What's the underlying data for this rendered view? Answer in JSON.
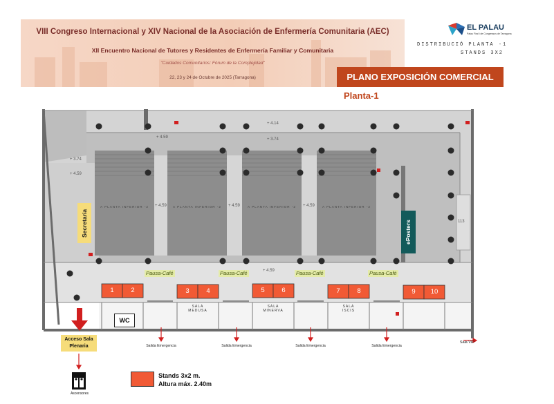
{
  "header": {
    "title": "VIII Congreso Internacional y XIV Nacional de la Asociación de Enfermería Comunitaria (AEC)",
    "subtitle": "XII Encuentro Nacional de Tutores y Residentes de Enfermería Familiar y Comunitaria",
    "motto": "\"Cuidados Comunitarios: Fórum de la Complejidad\"",
    "dates": "22, 23 y 24 de Octubre de 2025 (Tarragona)"
  },
  "logo": {
    "name": "EL PALAU",
    "tagline": "Palau Firal i de Congressos de Tarragona"
  },
  "distribution": {
    "line1": "DISTRIBUCIÓ PLANTA -1",
    "line2": "STANDS 3X2"
  },
  "plan_title": "PLANO EXPOSICIÓN COMERCIAL",
  "floor": "Planta-1",
  "labels": {
    "secretaria": "Secretaria",
    "eposters": "ePosters",
    "wc": "WC",
    "acceso": "Acceso Sala Plenaria",
    "ascensores": "Ascensores",
    "sala_vip": "Sala VIP",
    "pausa_cafe": "Pausa-Café",
    "planta_inferior": "A PLANTA INFERIOR -2",
    "salida": "Salida Emergencia",
    "code_113": "113"
  },
  "levels": [
    "+ 4.14",
    "+ 3.74",
    "+ 3.74",
    "+ 4.59",
    "+ 4.59",
    "+ 4.59",
    "+ 4.59",
    "+ 4.59",
    "+ 4.59"
  ],
  "stands": [
    "1",
    "2",
    "3",
    "4",
    "5",
    "6",
    "7",
    "8",
    "9",
    "10"
  ],
  "salas": [
    {
      "line1": "SALA",
      "line2": "MEDUSA"
    },
    {
      "line1": "SALA",
      "line2": "MINERVA"
    },
    {
      "line1": "SALA",
      "line2": "ISCIS"
    }
  ],
  "legend": {
    "line1": "Stands 3x2 m.",
    "line2": "Altura máx. 2.40m"
  },
  "colors": {
    "accent": "#c0461d",
    "stand": "#f15a35",
    "secretaria_bg": "#f6dc7a",
    "eposters_bg": "#135a5a",
    "pausa_bg": "#e4eba8",
    "arrow": "#d11f1f",
    "floor_gray": "#c8c8c8"
  }
}
